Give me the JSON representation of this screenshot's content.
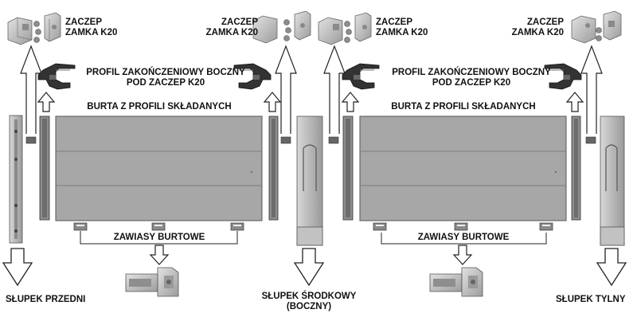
{
  "labels": {
    "zaczep_line1": "ZACZEP",
    "zaczep_line2": "ZAMKA K20",
    "profil_line1": "PROFIL ZAKOŃCZENIOWY BOCZNY",
    "profil_line2": "POD ZACZEP K20",
    "burta": "BURTA Z PROFILI SKŁADANYCH",
    "zawiasy": "ZAWIASY BURTOWE",
    "slupek_przedni": "SŁUPEK PRZEDNI",
    "slupek_srodkowy_line1": "SŁUPEK ŚRODKOWY",
    "slupek_srodkowy_line2": "(BOCZNY)",
    "slupek_tylny": "SŁUPEK TYLNY"
  },
  "colors": {
    "panel_fill": "#a9a9a9",
    "panel_stroke": "#555555",
    "post_fill": "#b5b5b5",
    "metal_fill": "#c4c4c4",
    "profile_fill": "#3a3a3a",
    "arrow_stroke": "#222222",
    "text": "#111111"
  },
  "icons": [
    "lock-catch-icon",
    "end-profile-icon",
    "hinge-icon",
    "hinge-detail-icon",
    "arrow-up-icon",
    "arrow-down-icon"
  ]
}
